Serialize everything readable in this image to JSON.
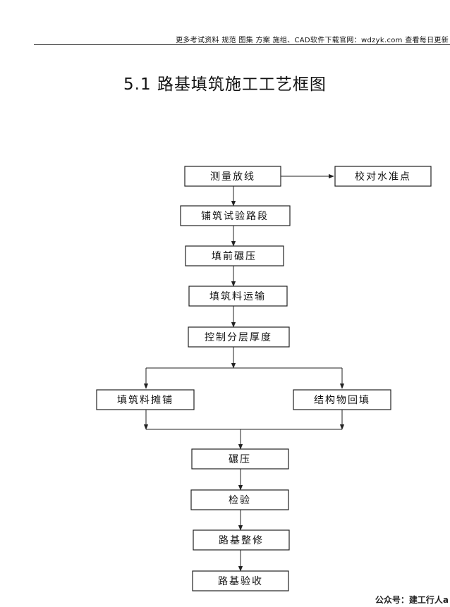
{
  "header": {
    "text": "更多考试资料 规范 图集 方案 施组、CAD软件下载官网：wdzyk.com 查看每日更新"
  },
  "title": "5.1  路基填筑施工工艺框图",
  "nodes": [
    {
      "id": "n1",
      "label": "测量放线"
    },
    {
      "id": "n2",
      "label": "校对水准点"
    },
    {
      "id": "n3",
      "label": "铺筑试验路段"
    },
    {
      "id": "n4",
      "label": "填前碾压"
    },
    {
      "id": "n5",
      "label": "填筑料运输"
    },
    {
      "id": "n6",
      "label": "控制分层厚度"
    },
    {
      "id": "n7",
      "label": "填筑料摊铺"
    },
    {
      "id": "n8",
      "label": "结构物回填"
    },
    {
      "id": "n9",
      "label": "碾压"
    },
    {
      "id": "n10",
      "label": "检验"
    },
    {
      "id": "n11",
      "label": "路基整修"
    },
    {
      "id": "n12",
      "label": "路基验收"
    }
  ],
  "edges": [
    {
      "from": "n1",
      "to": "n2"
    },
    {
      "from": "n1",
      "to": "n3"
    },
    {
      "from": "n3",
      "to": "n4"
    },
    {
      "from": "n4",
      "to": "n5"
    },
    {
      "from": "n5",
      "to": "n6"
    },
    {
      "from": "n6",
      "to": "n7"
    },
    {
      "from": "n6",
      "to": "n8"
    },
    {
      "from": "n7",
      "to": "n9"
    },
    {
      "from": "n8",
      "to": "n9"
    },
    {
      "from": "n9",
      "to": "n10"
    },
    {
      "from": "n10",
      "to": "n11"
    },
    {
      "from": "n11",
      "to": "n12"
    }
  ],
  "footer": {
    "text": "公众号：建工行人a"
  }
}
